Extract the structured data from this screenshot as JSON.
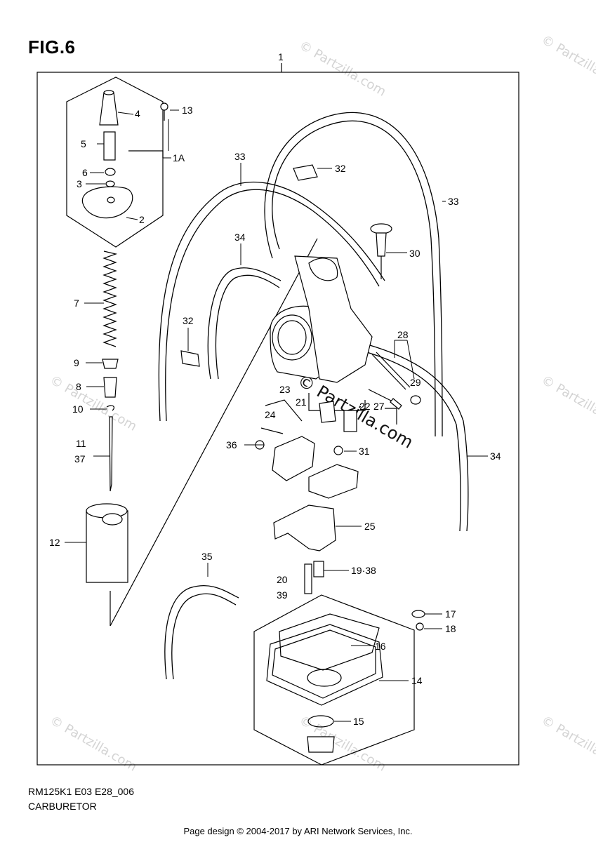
{
  "figure": {
    "title": "FIG.6",
    "model_code": "RM125K1 E03 E28_006",
    "section": "CARBURETOR",
    "credit": "Page design © 2004-2017 by ARI Network Services, Inc."
  },
  "watermark": {
    "text": "© Partzilla.com",
    "center_text": "© Partzilla.com"
  },
  "callouts": {
    "c1": "1",
    "c1a": "1A",
    "c2": "2",
    "c3": "3",
    "c4": "4",
    "c5": "5",
    "c6": "6",
    "c7": "7",
    "c8": "8",
    "c9": "9",
    "c10": "10",
    "c11": "11",
    "c37": "37",
    "c12": "12",
    "c13": "13",
    "c14": "14",
    "c15": "15",
    "c16": "16",
    "c17": "17",
    "c18": "18",
    "c19_38": "19·38",
    "c20": "20",
    "c39": "39",
    "c21": "21",
    "c22": "22",
    "c23": "23",
    "c24": "24",
    "c25": "25",
    "c27": "27",
    "c28": "28",
    "c29": "29",
    "c30": "30",
    "c31": "31",
    "c32a": "32",
    "c32b": "32",
    "c33a": "33",
    "c33b": "33",
    "c34a": "34",
    "c34b": "34",
    "c35": "35",
    "c36": "36"
  }
}
